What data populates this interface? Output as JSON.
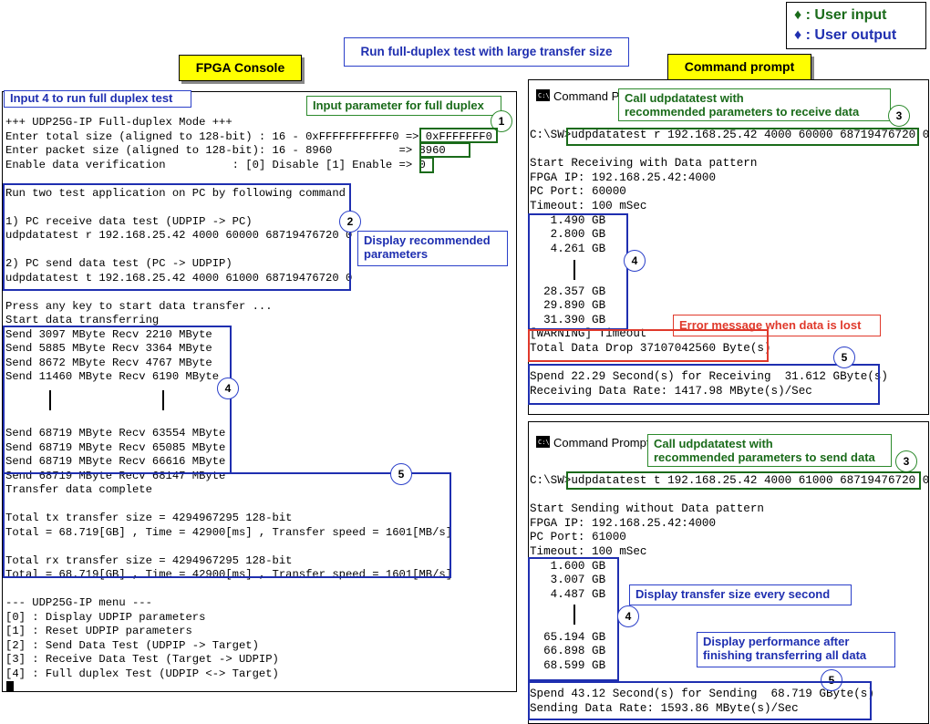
{
  "legend": {
    "user_input": "♦ : User input",
    "user_output": "♦ : User output",
    "input_color": "#1a6b1a",
    "output_color": "#1f2fb0"
  },
  "header": {
    "title": "Run full-duplex test with large transfer size"
  },
  "fpga": {
    "label": "FPGA Console",
    "input4_note": "Input 4 to run full duplex test",
    "param_note": "Input parameter for full duplex",
    "display_note": "Display recommended\nparameters",
    "lines": [
      "+++ UDP25G-IP Full-duplex Mode +++",
      "Enter total size (aligned to 128-bit) : 16 - 0xFFFFFFFFFFF0 => 0xFFFFFFF0",
      "Enter packet size (aligned to 128-bit): 16 - 8960          => 8960",
      "Enable data verification          : [0] Disable [1] Enable => 0",
      "",
      "Run two test application on PC by following command",
      "",
      "1) PC receive data test (UDPIP -> PC)",
      "udpdatatest r 192.168.25.42 4000 60000 68719476720 0",
      "",
      "2) PC send data test (PC -> UDPIP)",
      "udpdatatest t 192.168.25.42 4000 61000 68719476720 0",
      "",
      "Press any key to start data transfer ...",
      "Start data transferring",
      "Send 3097 MByte Recv 2210 MByte",
      "Send 5885 MByte Recv 3364 MByte",
      "Send 8672 MByte Recv 4767 MByte",
      "Send 11460 MByte Recv 6190 MByte",
      "",
      "",
      "",
      "Send 68719 MByte Recv 63554 MByte",
      "Send 68719 MByte Recv 65085 MByte",
      "Send 68719 MByte Recv 66616 MByte",
      "Send 68719 MByte Recv 68147 MByte",
      "Transfer data complete",
      "",
      "Total tx transfer size = 4294967295 128-bit",
      "Total = 68.719[GB] , Time = 42900[ms] , Transfer speed = 1601[MB/s]",
      "",
      "Total rx transfer size = 4294967295 128-bit",
      "Total = 68.719[GB] , Time = 42900[ms] , Transfer speed = 1601[MB/s]",
      "",
      "--- UDP25G-IP menu ---",
      "[0] : Display UDPIP parameters",
      "[1] : Reset UDPIP parameters",
      "[2] : Send Data Test (UDPIP -> Target)",
      "[3] : Receive Data Test (Target -> UDPIP)",
      "[4] : Full duplex Test (UDPIP <-> Target)"
    ]
  },
  "cmd": {
    "label": "Command prompt",
    "receive": {
      "window_title": "Command Prom",
      "call_note": "Call udpdatatest with\nrecommended parameters to receive data",
      "error_note": "Error message when data is lost",
      "lines": [
        "C:\\SW>udpdatatest r 192.168.25.42 4000 60000 68719476720 0",
        "",
        "Start Receiving with Data pattern",
        "FPGA IP: 192.168.25.42:4000",
        "PC Port: 60000",
        "Timeout: 100 mSec",
        "   1.490 GB",
        "   2.800 GB",
        "   4.261 GB",
        "",
        "",
        "  28.357 GB",
        "  29.890 GB",
        "  31.390 GB",
        "[WARNING] Timeout",
        "Total Data Drop 37107042560 Byte(s)",
        "",
        "Spend 22.29 Second(s) for Receiving  31.612 GByte(s)",
        "Receiving Data Rate: 1417.98 MByte(s)/Sec"
      ]
    },
    "send": {
      "window_title": "Command Prompt",
      "call_note": "Call udpdatatest with\nrecommended parameters to send data",
      "size_note": "Display transfer size every second",
      "perf_note": "Display performance after\nfinishing transferring all data",
      "lines": [
        "C:\\SW>udpdatatest t 192.168.25.42 4000 61000 68719476720 0",
        "",
        "Start Sending without Data pattern",
        "FPGA IP: 192.168.25.42:4000",
        "PC Port: 61000",
        "Timeout: 100 mSec",
        "   1.600 GB",
        "   3.007 GB",
        "   4.487 GB",
        "",
        "",
        "  65.194 GB",
        "  66.898 GB",
        "  68.599 GB",
        "",
        "Spend 43.12 Second(s) for Sending  68.719 GByte(s)",
        "Sending Data Rate: 1593.86 MByte(s)/Sec"
      ]
    }
  },
  "steps": {
    "s1": "1",
    "s2": "2",
    "s3": "3",
    "s4": "4",
    "s5": "5"
  }
}
